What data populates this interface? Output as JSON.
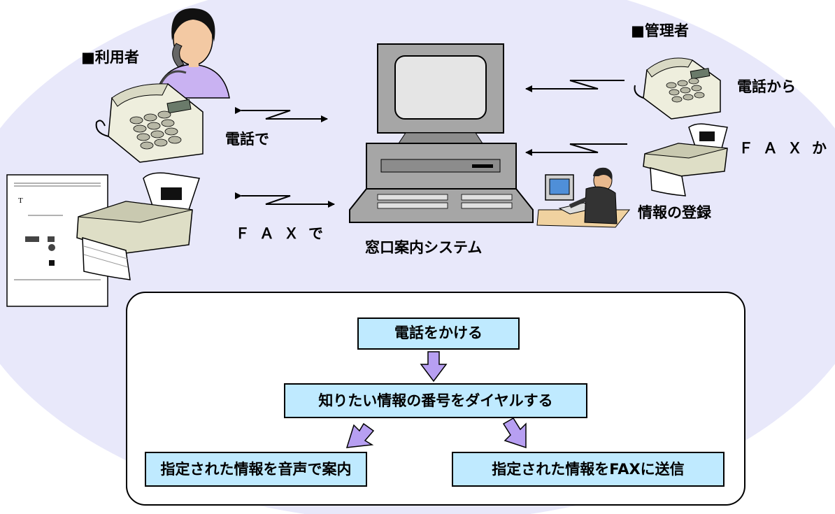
{
  "colors": {
    "ellipse": "#e8e8fa",
    "flow_box": "#bfeaff",
    "arrow_fill": "#b79ff2"
  },
  "labels": {
    "user": "■利用者",
    "admin": "■管理者",
    "by_phone": "電話で",
    "by_fax": "ＦＡＸで",
    "from_phone": "電話から",
    "from_fax": "ＦＡＸから",
    "register": "情報の登録",
    "system": "窓口案内システム"
  },
  "flow": {
    "step1": "電話をかける",
    "step2": "知りたい情報の番号をダイヤルする",
    "result_voice": "指定された情報を音声で案内",
    "result_fax": "指定された情報をFAXに送信"
  },
  "icons": [
    "woman-phone-icon",
    "telephone-icon",
    "fax-machine-icon",
    "computer-icon",
    "operator-icon",
    "document-icon"
  ]
}
